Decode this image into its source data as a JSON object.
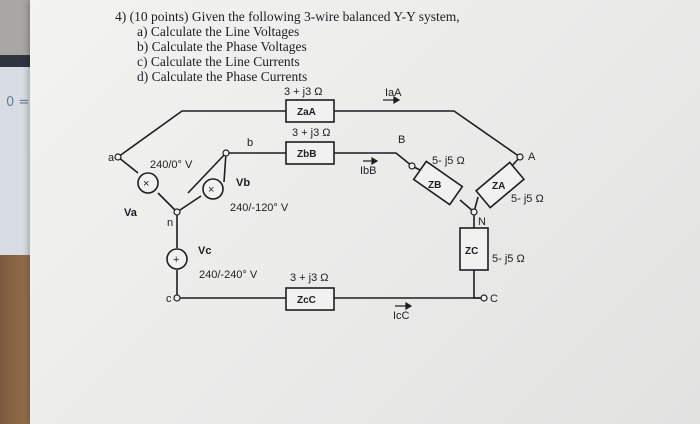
{
  "problem": {
    "header": "4) (10 points) Given the following 3-wire balanced Y-Y system,",
    "items": [
      "a)  Calculate the Line Voltages",
      "b)  Calculate the Phase Voltages",
      "c)  Calculate the Line Currents",
      "d)  Calculate the Phase Currents"
    ]
  },
  "circuit": {
    "source_nodes": {
      "a": "a",
      "b": "b",
      "c": "c",
      "n": "n"
    },
    "load_nodes": {
      "A": "A",
      "B": "B",
      "C": "C",
      "N": "N"
    },
    "sources": {
      "va_label": "Va",
      "va_value": "240/0° V",
      "vb_label": "Vb",
      "vb_value": "240/-120° V",
      "vc_label": "Vc",
      "vc_value": "240/-240° V"
    },
    "line_impedances": {
      "zaA_value": "3 + j3 Ω",
      "zaA_label": "ZaA",
      "zbB_value": "3 + j3 Ω",
      "zbB_label": "ZbB",
      "zcC_value": "3 + j3 Ω",
      "zcC_label": "ZcC"
    },
    "load_impedances": {
      "zA_value": "5- j5 Ω",
      "zA_label": "ZA",
      "zB_value": "5- j5 Ω",
      "zB_label": "ZB",
      "zC_value": "5- j5 Ω",
      "zC_label": "ZC"
    },
    "currents": {
      "iaA": "IaA",
      "ibB": "IbB",
      "icC": "IcC"
    }
  }
}
